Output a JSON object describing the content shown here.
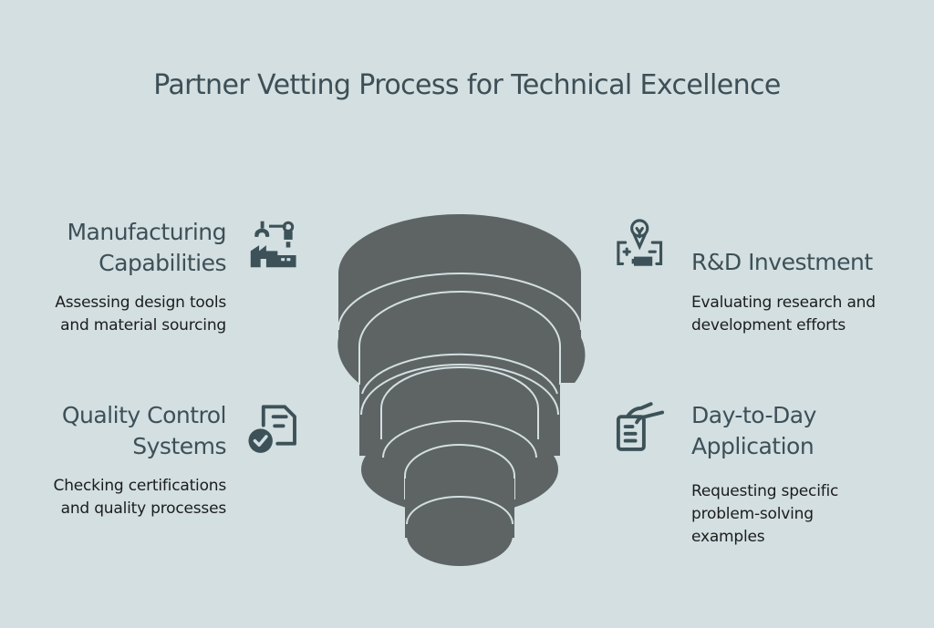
{
  "title": "Partner Vetting Process for Technical Excellence",
  "colors": {
    "background": "#d3dfe1",
    "heading": "#3d5058",
    "body_text": "#1c1c1c",
    "icon": "#3d5258",
    "funnel": "#5e6464",
    "funnel_outline": "#d3dfe1"
  },
  "stages": [
    {
      "heading_lines": [
        "Manufacturing",
        "Capabilities"
      ],
      "description_lines": [
        "Assessing design tools",
        "and material sourcing"
      ],
      "icon": "factory-robot-arm-icon",
      "side": "left"
    },
    {
      "heading_lines": [
        "R&D Investment"
      ],
      "description_lines": [
        "Evaluating research and",
        "development efforts"
      ],
      "icon": "lightbulb-battery-icon",
      "side": "right"
    },
    {
      "heading_lines": [
        "Quality Control",
        "Systems"
      ],
      "description_lines": [
        "Checking certifications",
        "and quality processes"
      ],
      "icon": "document-check-icon",
      "side": "left"
    },
    {
      "heading_lines": [
        "Day-to-Day",
        "Application"
      ],
      "description_lines": [
        "Requesting specific",
        "problem-solving",
        "examples"
      ],
      "icon": "hand-document-icon",
      "side": "right"
    }
  ]
}
